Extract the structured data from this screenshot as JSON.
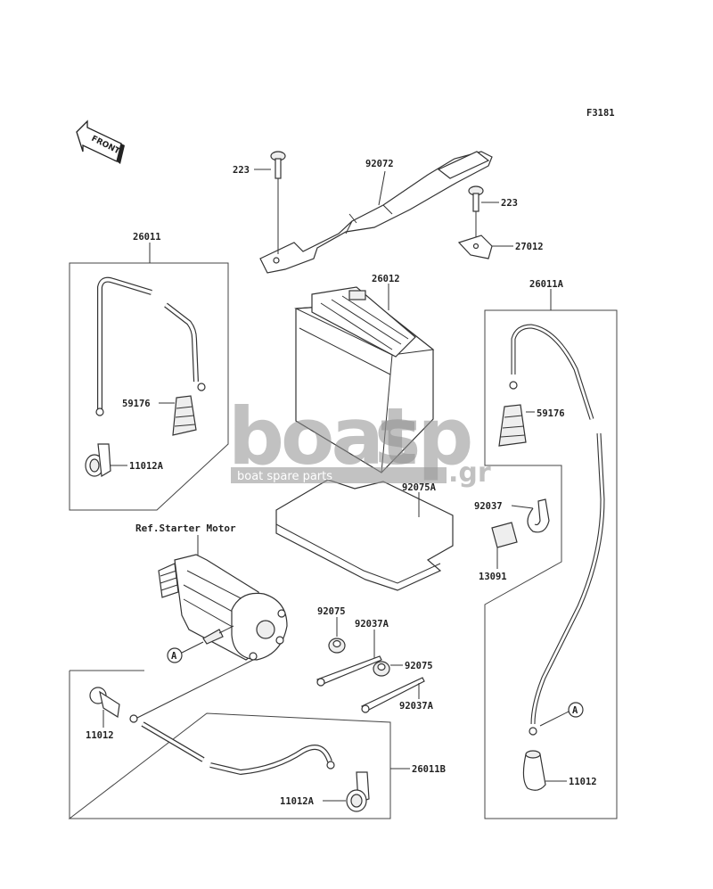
{
  "figure_id": "F3181",
  "front_label": "FRONT",
  "ref_label": "Ref.Starter Motor",
  "callout_a": "A",
  "watermark": {
    "main": "boat",
    "sp": "sp",
    "gr": ".gr",
    "sub": "boat spare parts"
  },
  "parts": {
    "p223_top": "223",
    "p92072": "92072",
    "p223_right": "223",
    "p27012": "27012",
    "p26011": "26011",
    "p26012": "26012",
    "p26011A": "26011A",
    "p59176_left": "59176",
    "p11012A_left": "11012A",
    "p59176_right": "59176",
    "p92075A": "92075A",
    "p92037": "92037",
    "p13091": "13091",
    "p92075_a": "92075",
    "p92037A_a": "92037A",
    "p92075_b": "92075",
    "p92037A_b": "92037A",
    "p11012_left": "11012",
    "p26011B": "26011B",
    "p11012A_bottom": "11012A",
    "p11012_right": "11012"
  }
}
